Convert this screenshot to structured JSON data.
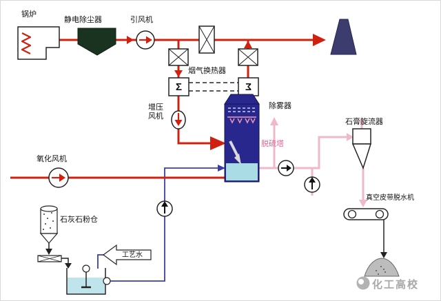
{
  "diagram": {
    "labels": {
      "boiler": "锅炉",
      "esp": "静电除尘器",
      "id_fan": "引风机",
      "gas_heater": "烟气换热器",
      "booster_fan": "增压风机",
      "mist_eliminator": "除雾器",
      "tower": "脱硫塔",
      "oxidation_fan": "氧化风机",
      "limestone_silo": "石灰石粉仓",
      "process_water": "工艺水",
      "gypsum_cyclone": "石膏旋流器",
      "vacuum_belt": "真空皮带脱水机"
    },
    "symbols": {
      "heat_exchanger": "Σ"
    },
    "watermark": {
      "text": "化工高校"
    },
    "colors": {
      "hot_flue_gas_line": "#cf2010",
      "clean_gas_slurry_line": "#f0b9ca",
      "limestone_slurry_line": "#3c3ca6",
      "tower_body": "#27278e",
      "tower_slurry": "#a9dce4",
      "chimney": "#3c3c6e",
      "esp_body": "#1a3320",
      "tower_label_pink": "#e06898",
      "watermark_gray": "#a8a8a8"
    }
  }
}
